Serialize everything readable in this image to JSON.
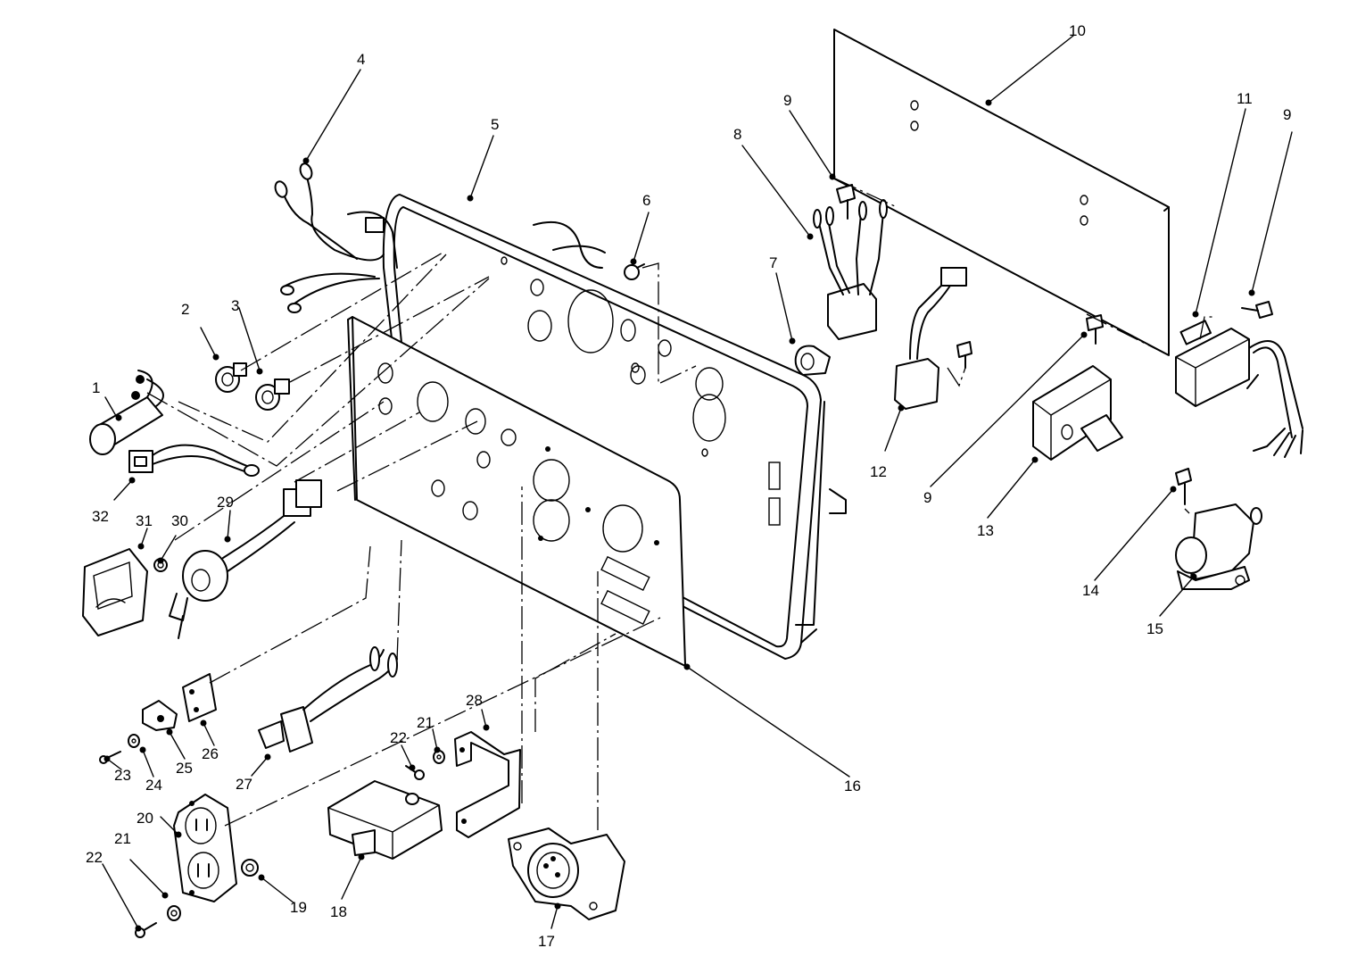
{
  "callouts": [
    "1",
    "2",
    "3",
    "4",
    "5",
    "6",
    "7",
    "8",
    "9",
    "10",
    "11",
    "12",
    "13",
    "14",
    "15",
    "16",
    "17",
    "18",
    "19",
    "20",
    "21",
    "22",
    "23",
    "24",
    "25",
    "26",
    "27",
    "28",
    "29",
    "30",
    "31",
    "32"
  ],
  "labels": {
    "c1": "1",
    "c2": "2",
    "c3": "3",
    "c4": "4",
    "c5": "5",
    "c6": "6",
    "c7": "7",
    "c8": "8",
    "c9a": "9",
    "c9b": "9",
    "c9c": "9",
    "c10": "10",
    "c11": "11",
    "c12": "12",
    "c13": "13",
    "c14": "14",
    "c15": "15",
    "c16": "16",
    "c17": "17",
    "c18": "18",
    "c19": "19",
    "c20": "20",
    "c21a": "21",
    "c21b": "21",
    "c22a": "22",
    "c22b": "22",
    "c23": "23",
    "c24": "24",
    "c25": "25",
    "c26": "26",
    "c27": "27",
    "c28": "28",
    "c29": "29",
    "c30": "30",
    "c31": "31",
    "c32": "32"
  }
}
